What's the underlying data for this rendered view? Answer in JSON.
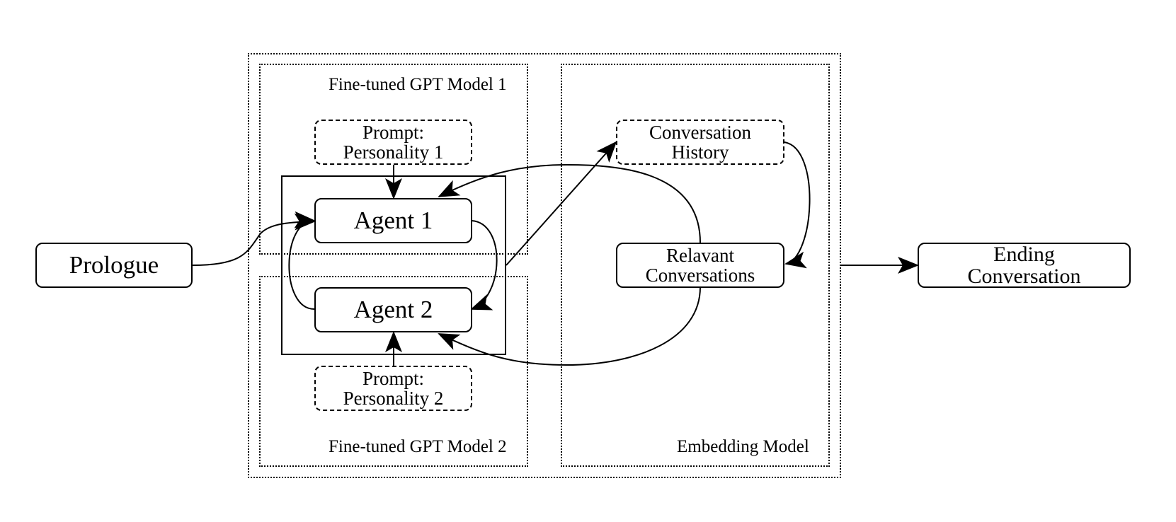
{
  "nodes": {
    "prologue": "Prologue",
    "agent1": "Agent 1",
    "agent2": "Agent 2",
    "prompt1_line1": "Prompt:",
    "prompt1_line2": "Personality 1",
    "prompt2_line1": "Prompt:",
    "prompt2_line2": "Personality 2",
    "history_line1": "Conversation",
    "history_line2": "History",
    "relevant_line1": "Relavant",
    "relevant_line2": "Conversations",
    "ending_line1": "Ending",
    "ending_line2": "Conversation"
  },
  "groups": {
    "gpt1": "Fine-tuned GPT Model 1",
    "gpt2": "Fine-tuned GPT Model 2",
    "embedding": "Embedding Model"
  }
}
